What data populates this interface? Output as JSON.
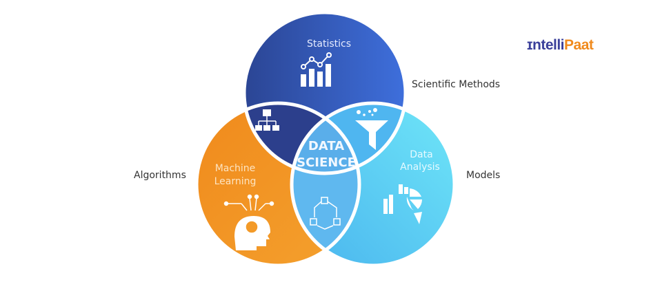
{
  "title": "DATA SCIENCE",
  "center_lines": [
    "DATA",
    "SCIENCE"
  ],
  "circles": [
    {
      "label": "Statistics",
      "icon": "bar-line-chart-icon",
      "color": "#2f4fb0"
    },
    {
      "label_lines": [
        "Machine",
        "Learning"
      ],
      "icon": "head-lightbulb-icon",
      "color": "#f08a1c"
    },
    {
      "label_lines": [
        "Data",
        "Analysis"
      ],
      "icon": "bar-pie-chart-icon",
      "color": "#52c8f2"
    }
  ],
  "intersection_icons": [
    "hierarchy-icon",
    "funnel-icon",
    "cubes-network-icon"
  ],
  "outer_labels": {
    "scientific_methods": "Scientific Methods",
    "algorithms": "Algorithms",
    "models": "Models"
  },
  "logo": {
    "prefix": "ntelli",
    "suffix": "Paat"
  }
}
